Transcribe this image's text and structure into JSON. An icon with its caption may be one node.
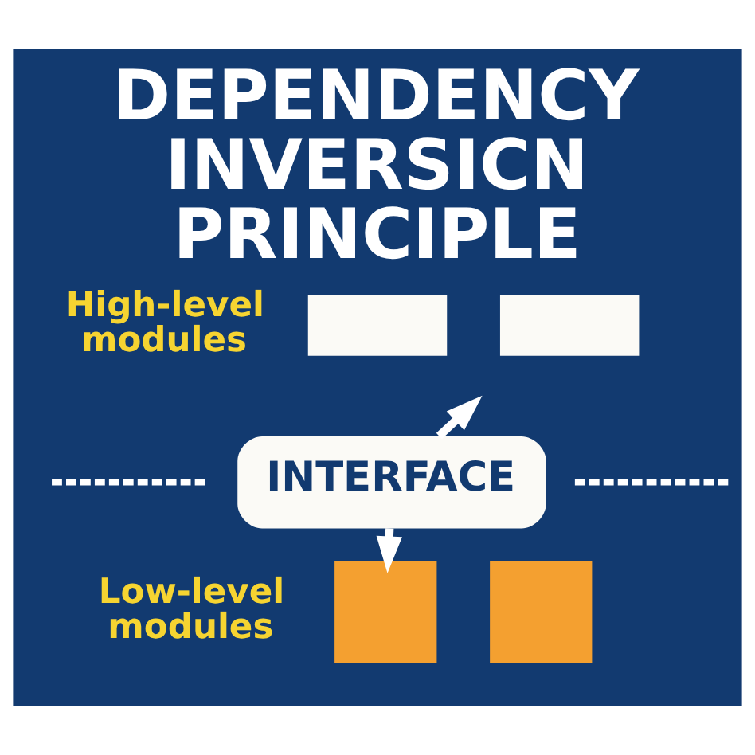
{
  "diagram": {
    "title": "DEPENDENCY INVERSICN PRINCIPLE",
    "nodes": [
      {
        "text": [],
        "shape": "box"
      },
      {
        "text": [],
        "shape": "box"
      },
      {
        "text": [
          "INTERFACE"
        ]
      },
      {
        "text": [],
        "shape": "box"
      },
      {
        "text": [],
        "shape": "box"
      }
    ],
    "edges": [
      {
        "from": 2,
        "to": null,
        "arrow": "to"
      },
      {
        "from": 2,
        "to": 3,
        "arrow": "to"
      }
    ],
    "labels": [
      "High-level modules",
      "Low-level modules"
    ]
  }
}
